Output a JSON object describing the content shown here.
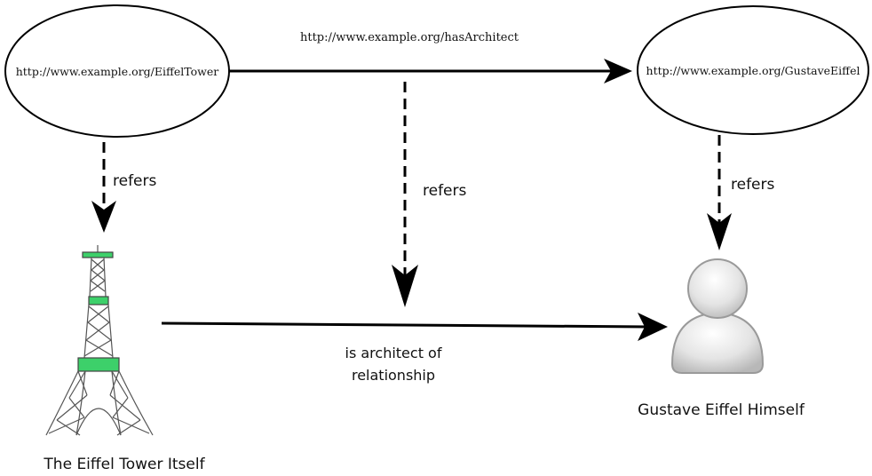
{
  "nodes": {
    "subject_uri": "http://www.example.org/EiffelTower",
    "object_uri": "http://www.example.org/GustaveEiffel"
  },
  "edges": {
    "predicate_uri": "http://www.example.org/hasArchitect",
    "refers_left": "refers",
    "refers_middle": "refers",
    "refers_right": "refers",
    "real_relation_line1": "is architect of",
    "real_relation_line2": "relationship"
  },
  "entities": {
    "tower_caption": "The Eiffel Tower Itself",
    "person_caption": "Gustave Eiffel Himself"
  },
  "icons": {
    "tower": "eiffel-tower-icon",
    "person": "person-avatar-icon"
  },
  "colors": {
    "tower_accent": "#3dd06a",
    "line": "#000000"
  }
}
